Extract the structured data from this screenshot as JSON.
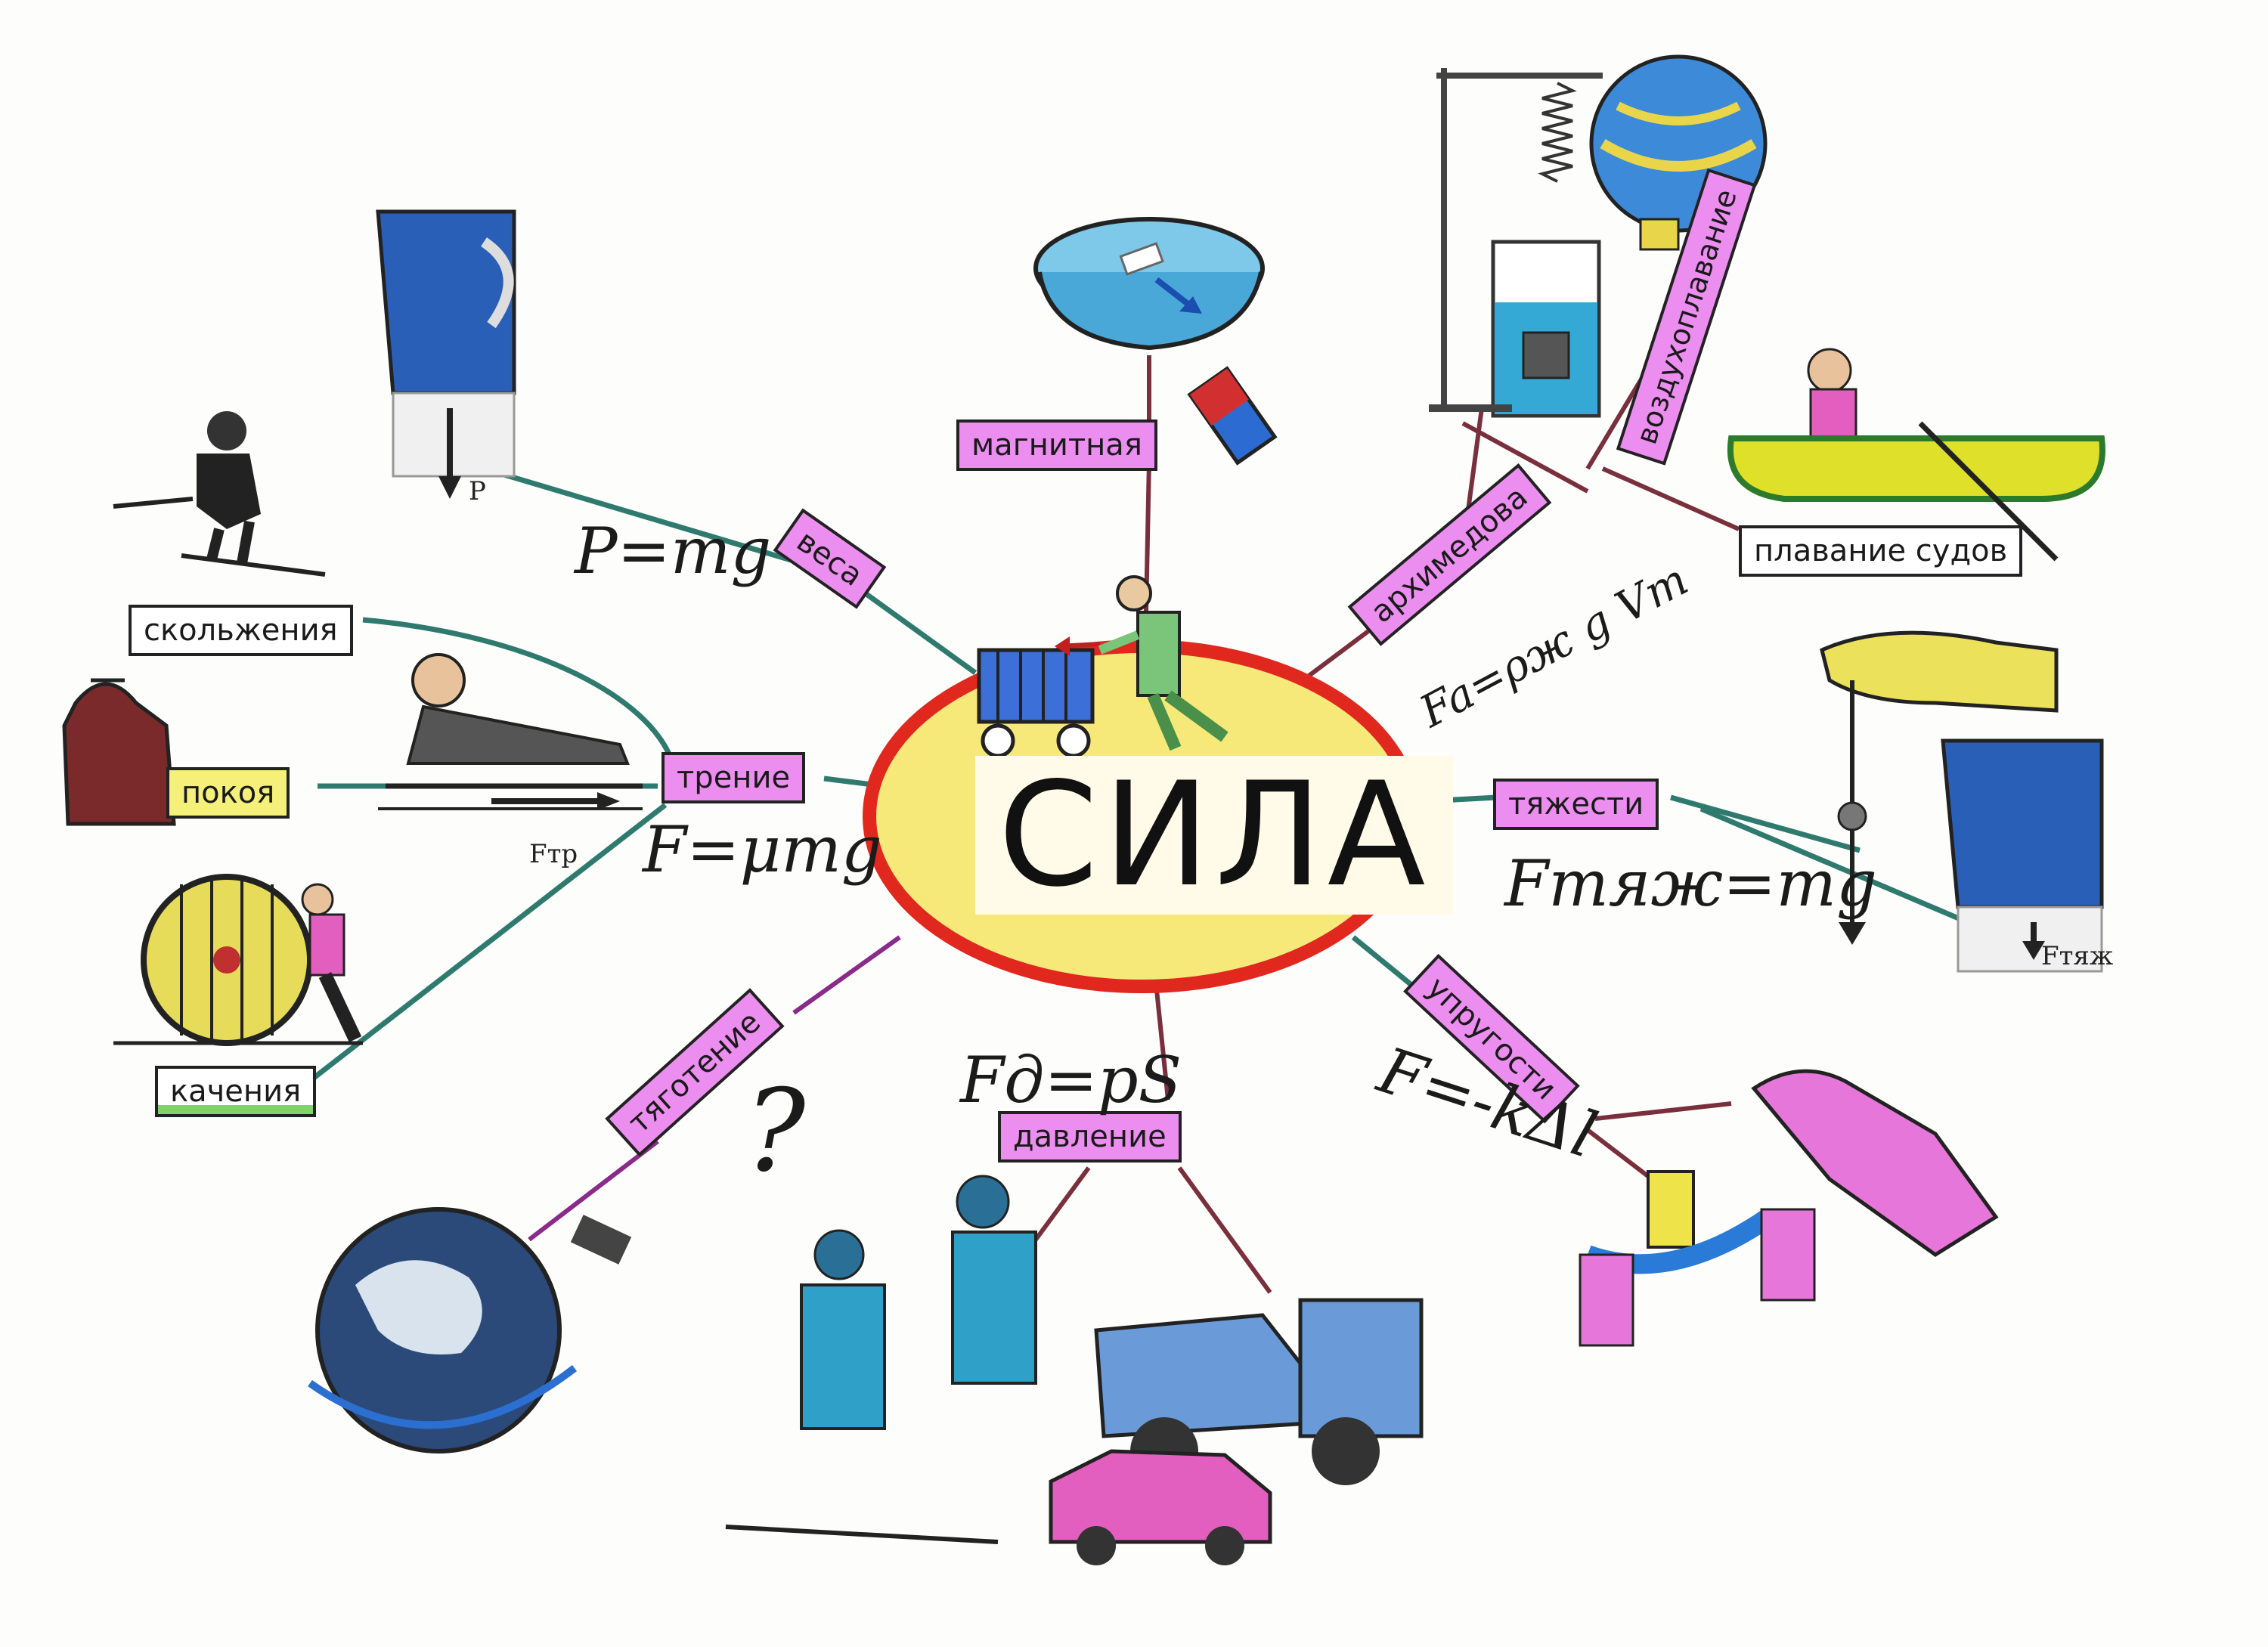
{
  "center": {
    "title": "СИЛА"
  },
  "labels": {
    "magnetic": "магнитная",
    "weight": "веса",
    "friction": "трение",
    "sliding": "скольжения",
    "rest": "покоя",
    "rolling": "качения",
    "gravitation": "тяготение",
    "pressure": "давление",
    "elasticity": "упругости",
    "gravity": "тяжести",
    "archimedes": "архимедова",
    "aeronautics": "воздухоплавание",
    "shipping": "плавание судов"
  },
  "formulas": {
    "weight": "P=mg",
    "friction": "F=μmg",
    "archimedes": "Fa=ρж g Vт",
    "gravity": "Fтяж=mg",
    "elasticity": "F=-kΔl",
    "pressure": "Fд=pS",
    "gravitation_unknown": "?"
  },
  "vector_captions": {
    "weight": "P",
    "friction": "Fтр",
    "gravity": "Fтяж"
  },
  "colors": {
    "label_pink": "#ec8ef0",
    "center_fill": "#f6e97a",
    "center_border": "#e0281f",
    "line_teal": "#2f7a6e",
    "line_maroon": "#7a2f3c",
    "line_purple": "#8a2a8a"
  }
}
